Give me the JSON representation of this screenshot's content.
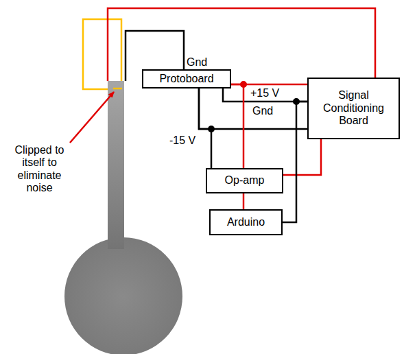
{
  "diagram": {
    "nodes": [
      {
        "text": [
          "Protoboard"
        ]
      },
      {
        "text": [
          "Signal Conditioning Board"
        ]
      },
      {
        "text": [
          "Op-amp"
        ]
      },
      {
        "text": [
          "Arduino"
        ]
      }
    ],
    "edges": [
      {
        "from": 0,
        "to": 1,
        "arrow": "none"
      },
      {
        "from": 0,
        "to": 1,
        "arrow": "none"
      },
      {
        "from": 0,
        "to": 1,
        "arrow": "none"
      },
      {
        "from": 0,
        "to": 2,
        "arrow": "none"
      },
      {
        "from": 0,
        "to": 2,
        "arrow": "none"
      },
      {
        "from": 1,
        "to": 2,
        "arrow": "none"
      },
      {
        "from": 2,
        "to": 3,
        "arrow": "none"
      },
      {
        "from": 1,
        "to": 3,
        "arrow": "none"
      }
    ],
    "labels": [
      "Gnd",
      "+15 V",
      "Gnd",
      "-15 V",
      "Clipped to itself to eliminate noise"
    ]
  }
}
